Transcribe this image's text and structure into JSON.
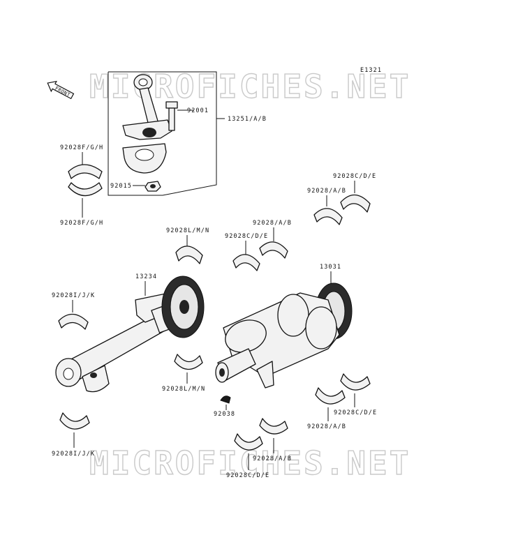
{
  "watermark": "MICROFICHES.NET",
  "diagram_id": "E1321",
  "front_label": "FRONT",
  "parts": {
    "connecting_rod_assy": "13251/A/B",
    "rod_bolt": "92001",
    "rod_nut": "92015",
    "upper_left_bearing_upper": "92028F/G/H",
    "upper_left_bearing_lower": "92028F/G/H",
    "balancer_shaft": "13234",
    "crankshaft": "13031",
    "bearing_ij_upper": "92028I/J/K",
    "bearing_ij_lower": "92028I/J/K",
    "bearing_lmn_upper": "92028L/M/N",
    "bearing_lmn_lower": "92028L/M/N",
    "bearing_cde_mid": "92028C/D/E",
    "bearing_ab_mid": "92028/A/B",
    "bearing_ab_top_right": "92028/A/B",
    "bearing_cde_top_right": "92028C/D/E",
    "key": "92038",
    "bearing_ab_low_right": "92028/A/B",
    "bearing_cde_low_right": "92028C/D/E",
    "bearing_ab_bottom": "92028/A/B",
    "bearing_cde_bottom": "92028C/D/E"
  }
}
